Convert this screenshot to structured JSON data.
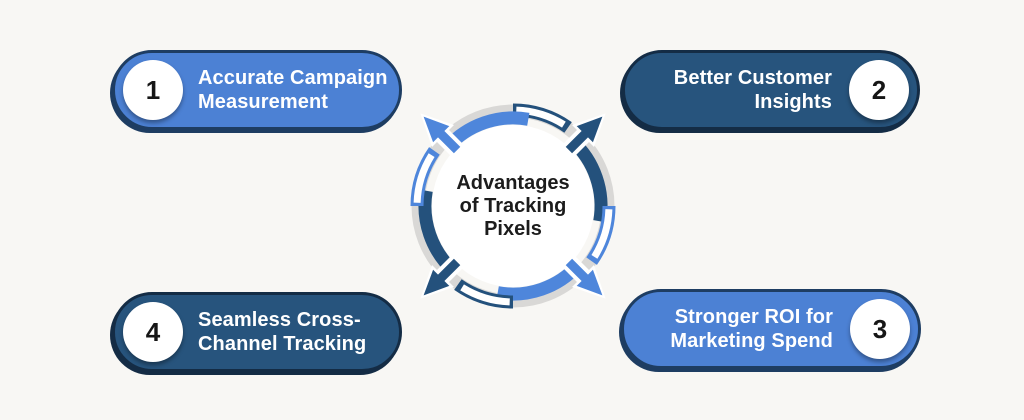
{
  "colors": {
    "background": "#f8f7f4",
    "pill_blue": "#4c81d4",
    "pill_blue_border": "#1e3d62",
    "pill_navy": "#27547d",
    "pill_navy_border": "#142c45",
    "arc_blue": "#4e86db",
    "arc_navy": "#24517c",
    "ring_gray": "#d9d8d6",
    "number_color": "#161616",
    "center_text": "#1c1c1c",
    "label_text": "#ffffff"
  },
  "hub": {
    "title": "Advantages of Tracking Pixels",
    "title_lines": [
      "Advantages",
      "of Tracking",
      "Pixels"
    ],
    "arrows": [
      {
        "direction": "north-east",
        "color_name": "navy"
      },
      {
        "direction": "south-east",
        "color_name": "blue"
      },
      {
        "direction": "south-west",
        "color_name": "navy"
      },
      {
        "direction": "north-west",
        "color_name": "blue"
      }
    ]
  },
  "items": [
    {
      "number": "1",
      "label": "Accurate Campaign Measurement",
      "lines": [
        "Accurate Campaign",
        "Measurement"
      ],
      "variant": "blue",
      "position": "top-left"
    },
    {
      "number": "2",
      "label": "Better Customer Insights",
      "lines": [
        "Better Customer",
        "Insights"
      ],
      "variant": "navy",
      "position": "top-right"
    },
    {
      "number": "3",
      "label": "Stronger ROI for Marketing Spend",
      "lines": [
        "Stronger ROI for",
        "Marketing Spend"
      ],
      "variant": "blue",
      "position": "bottom-right"
    },
    {
      "number": "4",
      "label": "Seamless Cross-Channel Tracking",
      "lines": [
        "Seamless Cross-",
        "Channel Tracking"
      ],
      "variant": "navy",
      "position": "bottom-left"
    }
  ]
}
